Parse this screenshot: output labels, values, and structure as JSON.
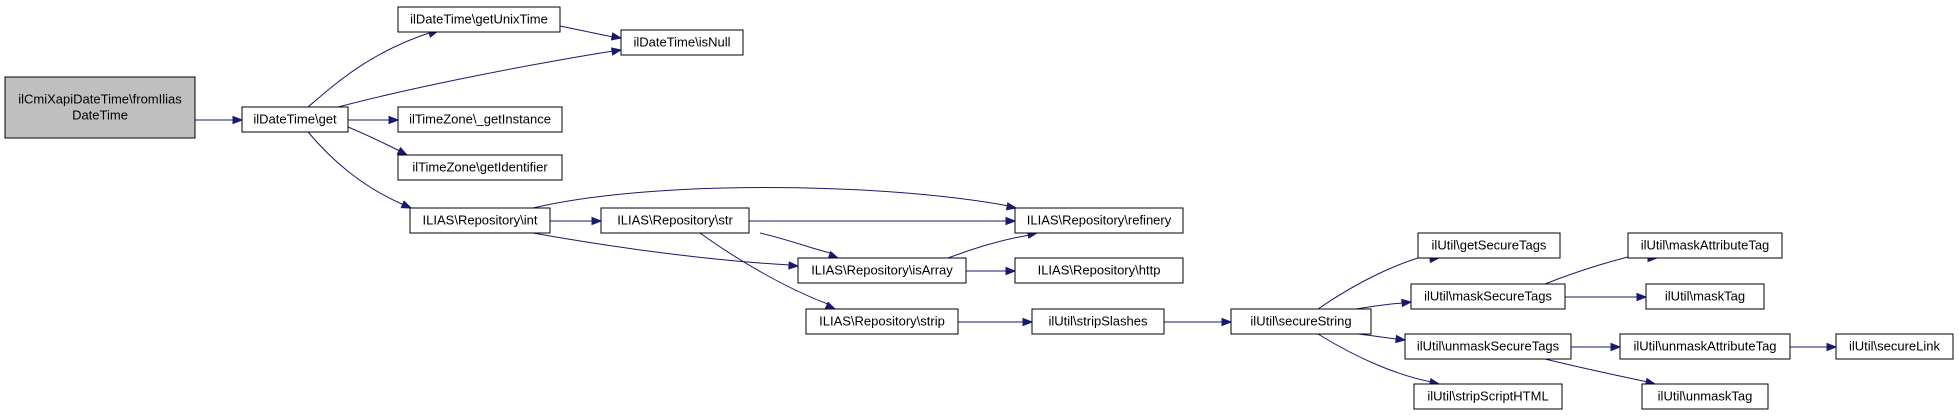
{
  "graph": {
    "root": "root",
    "colors": {
      "edge": "#191970",
      "root_fill": "#bfbfbf",
      "node_fill": "#ffffff",
      "border": "#000000"
    },
    "nodes": [
      {
        "id": "root",
        "lines": [
          "ilCmiXapiDateTime\\fromIlias",
          "DateTime"
        ]
      },
      {
        "id": "dt_get",
        "lines": [
          "ilDateTime\\get"
        ]
      },
      {
        "id": "dt_unix",
        "lines": [
          "ilDateTime\\getUnixTime"
        ]
      },
      {
        "id": "dt_isnull",
        "lines": [
          "ilDateTime\\isNull"
        ]
      },
      {
        "id": "tz_inst",
        "lines": [
          "ilTimeZone\\_getInstance"
        ]
      },
      {
        "id": "tz_ident",
        "lines": [
          "ilTimeZone\\getIdentifier"
        ]
      },
      {
        "id": "repo_int",
        "lines": [
          "ILIAS\\Repository\\int"
        ]
      },
      {
        "id": "repo_str",
        "lines": [
          "ILIAS\\Repository\\str"
        ]
      },
      {
        "id": "repo_ref",
        "lines": [
          "ILIAS\\Repository\\refinery"
        ]
      },
      {
        "id": "repo_arr",
        "lines": [
          "ILIAS\\Repository\\isArray"
        ]
      },
      {
        "id": "repo_http",
        "lines": [
          "ILIAS\\Repository\\http"
        ]
      },
      {
        "id": "repo_strip",
        "lines": [
          "ILIAS\\Repository\\strip"
        ]
      },
      {
        "id": "u_stripsl",
        "lines": [
          "ilUtil\\stripSlashes"
        ]
      },
      {
        "id": "u_secstr",
        "lines": [
          "ilUtil\\secureString"
        ]
      },
      {
        "id": "u_getsec",
        "lines": [
          "ilUtil\\getSecureTags"
        ]
      },
      {
        "id": "u_masksec",
        "lines": [
          "ilUtil\\maskSecureTags"
        ]
      },
      {
        "id": "u_unmasksec",
        "lines": [
          "ilUtil\\unmaskSecureTags"
        ]
      },
      {
        "id": "u_stripscr",
        "lines": [
          "ilUtil\\stripScriptHTML"
        ]
      },
      {
        "id": "u_maskattr",
        "lines": [
          "ilUtil\\maskAttributeTag"
        ]
      },
      {
        "id": "u_masktag",
        "lines": [
          "ilUtil\\maskTag"
        ]
      },
      {
        "id": "u_unmaskattr",
        "lines": [
          "ilUtil\\unmaskAttributeTag"
        ]
      },
      {
        "id": "u_unmasktag",
        "lines": [
          "ilUtil\\unmaskTag"
        ]
      },
      {
        "id": "u_seclink",
        "lines": [
          "ilUtil\\secureLink"
        ]
      }
    ],
    "edges": [
      {
        "from": "root",
        "to": "dt_get"
      },
      {
        "from": "dt_get",
        "to": "dt_unix"
      },
      {
        "from": "dt_get",
        "to": "dt_isnull"
      },
      {
        "from": "dt_get",
        "to": "tz_inst"
      },
      {
        "from": "dt_get",
        "to": "tz_ident"
      },
      {
        "from": "dt_get",
        "to": "repo_int"
      },
      {
        "from": "dt_unix",
        "to": "dt_isnull"
      },
      {
        "from": "repo_int",
        "to": "repo_str"
      },
      {
        "from": "repo_int",
        "to": "repo_ref"
      },
      {
        "from": "repo_int",
        "to": "repo_arr"
      },
      {
        "from": "repo_str",
        "to": "repo_ref"
      },
      {
        "from": "repo_str",
        "to": "repo_arr"
      },
      {
        "from": "repo_str",
        "to": "repo_strip"
      },
      {
        "from": "repo_arr",
        "to": "repo_ref"
      },
      {
        "from": "repo_arr",
        "to": "repo_http"
      },
      {
        "from": "repo_strip",
        "to": "u_stripsl"
      },
      {
        "from": "u_stripsl",
        "to": "u_secstr"
      },
      {
        "from": "u_secstr",
        "to": "u_getsec"
      },
      {
        "from": "u_secstr",
        "to": "u_masksec"
      },
      {
        "from": "u_secstr",
        "to": "u_unmasksec"
      },
      {
        "from": "u_secstr",
        "to": "u_stripscr"
      },
      {
        "from": "u_masksec",
        "to": "u_maskattr"
      },
      {
        "from": "u_masksec",
        "to": "u_masktag"
      },
      {
        "from": "u_unmasksec",
        "to": "u_unmaskattr"
      },
      {
        "from": "u_unmasksec",
        "to": "u_unmasktag"
      },
      {
        "from": "u_unmaskattr",
        "to": "u_seclink"
      }
    ]
  }
}
